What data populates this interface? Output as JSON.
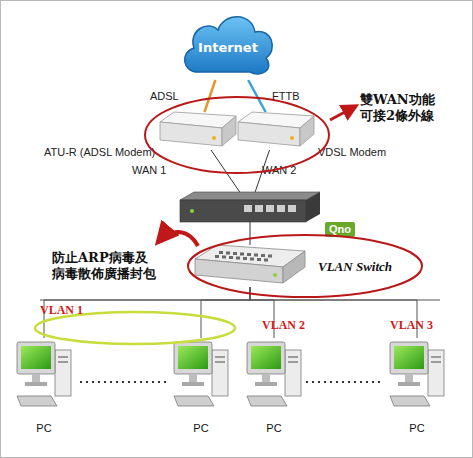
{
  "diagram": {
    "nodes": [
      {
        "text": [
          "Internet"
        ]
      },
      {
        "text": [
          "ATU-R (ADSL Modem)",
          "WAN 1"
        ]
      },
      {
        "text": [
          "VDSL Modem",
          "WAN 2"
        ]
      },
      {
        "text": [
          "Qno"
        ]
      },
      {
        "text": [
          "VLAN Switch"
        ]
      },
      {
        "text": [
          "PC"
        ]
      },
      {
        "text": [
          "PC"
        ]
      },
      {
        "text": [
          "PC"
        ]
      },
      {
        "text": [
          "PC"
        ]
      }
    ],
    "edges": [
      {
        "from": 0,
        "to": 1,
        "arrow": "none",
        "label": "ADSL"
      },
      {
        "from": 0,
        "to": 2,
        "arrow": "none",
        "label": "FTTB"
      },
      {
        "from": 1,
        "to": 3,
        "arrow": "none"
      },
      {
        "from": 2,
        "to": 3,
        "arrow": "none"
      },
      {
        "from": 3,
        "to": 4,
        "arrow": "none"
      },
      {
        "from": 4,
        "to": 5,
        "arrow": "none"
      },
      {
        "from": 4,
        "to": 6,
        "arrow": "none"
      },
      {
        "from": 4,
        "to": 7,
        "arrow": "none"
      },
      {
        "from": 4,
        "to": 8,
        "arrow": "none"
      }
    ],
    "labels": [
      "雙WAN功能 可接2條外線",
      "防止ARP病毒及 病毒散佈廣播封包",
      "VLAN 1",
      "VLAN 2",
      "VLAN 3"
    ]
  }
}
